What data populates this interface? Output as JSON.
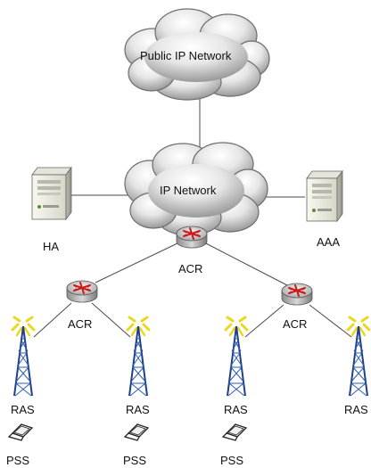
{
  "diagram": {
    "clouds": {
      "public": {
        "label": "Public IP Network",
        "icon": "cloud-icon"
      },
      "ip": {
        "label": "IP Network",
        "icon": "cloud-icon"
      }
    },
    "servers": {
      "ha": {
        "label": "HA",
        "icon": "server-icon"
      },
      "aaa": {
        "label": "AAA",
        "icon": "server-icon"
      }
    },
    "routers": {
      "center": {
        "label": "ACR",
        "icon": "router-icon"
      },
      "left": {
        "label": "ACR",
        "icon": "router-icon"
      },
      "right": {
        "label": "ACR",
        "icon": "router-icon"
      }
    },
    "towers": [
      {
        "label": "RAS",
        "icon": "radio-tower-icon"
      },
      {
        "label": "RAS",
        "icon": "radio-tower-icon"
      },
      {
        "label": "RAS",
        "icon": "radio-tower-icon"
      },
      {
        "label": "RAS",
        "icon": "radio-tower-icon"
      }
    ],
    "terminals": [
      {
        "label": "PSS",
        "icon": "laptop-icon"
      },
      {
        "label": "PSS",
        "icon": "laptop-icon"
      },
      {
        "label": "PSS",
        "icon": "laptop-icon"
      }
    ]
  }
}
